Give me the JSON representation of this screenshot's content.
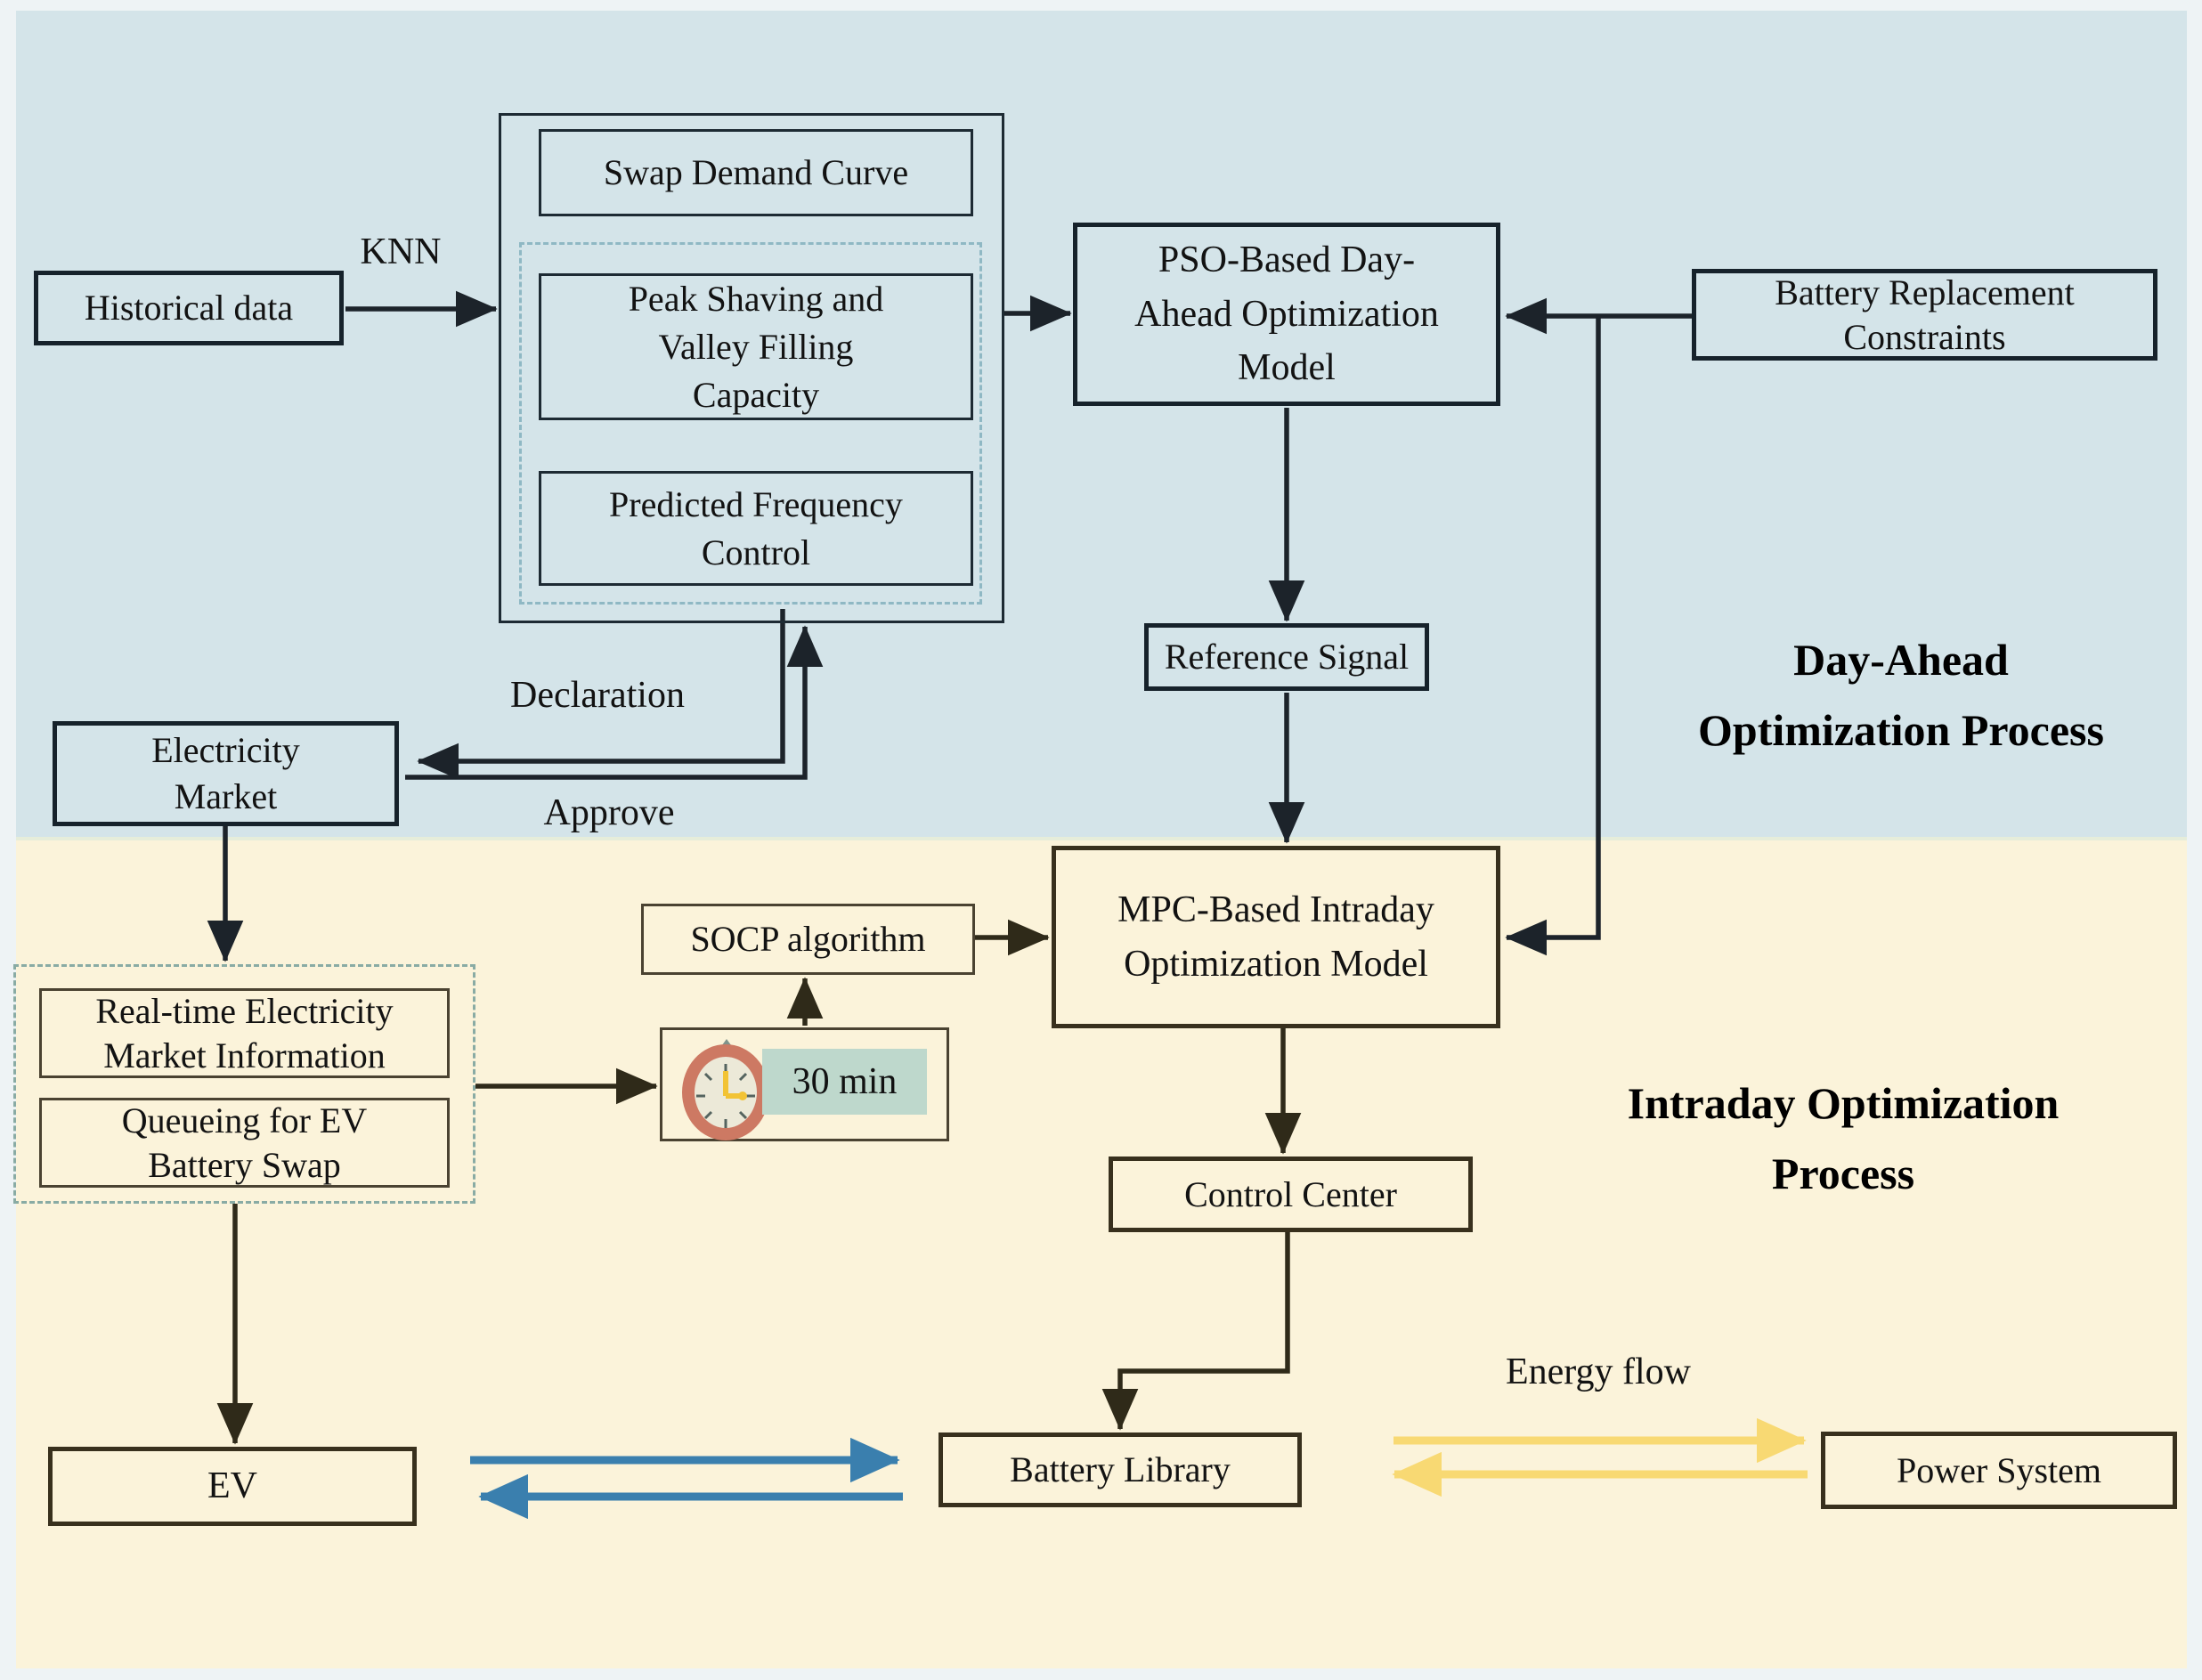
{
  "sections": {
    "day_ahead": {
      "label_line1": "Day-Ahead",
      "label_line2": "Optimization  Process",
      "bg": "#d4e4e9"
    },
    "intraday": {
      "label_line1": "Intraday Optimization",
      "label_line2": "Process",
      "bg": "#fbf3da"
    }
  },
  "nodes": {
    "historical_data": {
      "label": "Historical data"
    },
    "swap_demand_curve": {
      "label": "Swap Demand Curve"
    },
    "peak_shaving": {
      "l1": "Peak Shaving and",
      "l2": "Valley Filling",
      "l3": "Capacity"
    },
    "predicted_frequency": {
      "l1": "Predicted Frequency",
      "l2": "Control"
    },
    "pso_model": {
      "l1": "PSO-Based  Day-",
      "l2": "Ahead Optimization",
      "l3": "Model"
    },
    "battery_constraints": {
      "l1": "Battery Replacement",
      "l2": "Constraints"
    },
    "reference_signal": {
      "label": "Reference Signal"
    },
    "electricity_market": {
      "l1": "Electricity",
      "l2": "Market"
    },
    "realtime_info": {
      "l1": "Real-time Electricity",
      "l2": "Market Information"
    },
    "queueing": {
      "l1": "Queueing for EV",
      "l2": "Battery Swap"
    },
    "ev": {
      "label": "EV"
    },
    "socp": {
      "label": "SOCP algorithm"
    },
    "mpc_model": {
      "l1": "MPC-Based  Intraday",
      "l2": "Optimization Model"
    },
    "control_center": {
      "label": "Control Center"
    },
    "battery_library": {
      "label": "Battery Library"
    },
    "power_system": {
      "label": "Power System"
    },
    "interval_badge": {
      "label": "30 min"
    }
  },
  "edge_labels": {
    "knn": "KNN",
    "declaration": "Declaration",
    "approve": "Approve",
    "energy_flow": "Energy flow"
  },
  "icons": {
    "clock": "alarm-clock-icon"
  },
  "colors": {
    "day_ahead_bg": "#d4e4e9",
    "intraday_bg": "#fbf3da",
    "border_dark": "#16222b",
    "border_olive": "#38301d",
    "dashed_blue": "#8fb8c4",
    "dashed_teal": "#89aba4",
    "arrow_dark": "#1c232a",
    "arrow_olive": "#2f2a19",
    "arrow_blue": "#3a7fae",
    "arrow_gold": "#f8d973",
    "clock_ring": "#cd7963",
    "clock_hands": "#f2c335",
    "badge_teal": "#bed8cc"
  }
}
